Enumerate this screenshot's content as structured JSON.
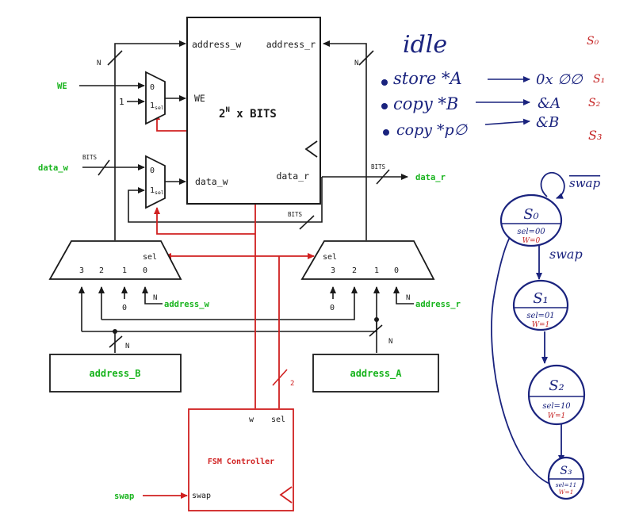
{
  "colors": {
    "wire": "#1a1a1a",
    "control": "#d02020",
    "signal": "#19b41e",
    "ink_blue": "#1a237e",
    "ink_red": "#c62828"
  },
  "memory": {
    "title_base": "2",
    "title_sup": "N",
    "title_rest": " x BITS",
    "address_w": "address_w",
    "address_r": "address_r",
    "we": "WE",
    "data_w": "data_w",
    "data_r": "data_r"
  },
  "signals": {
    "we": "WE",
    "data_w": "data_w",
    "data_r": "data_r",
    "address_w": "address_w",
    "address_r": "address_r",
    "swap": "swap"
  },
  "widths": {
    "n": "N",
    "bits": "BITS",
    "two": "2"
  },
  "mux2": {
    "in0": "0",
    "in1": "1",
    "sel_sub": "sel",
    "const_one": "1"
  },
  "mux4": {
    "sel": "sel",
    "inputs": [
      "3",
      "2",
      "1",
      "0"
    ],
    "const_zero": "0"
  },
  "registers": {
    "a": "address_A",
    "b": "address_B"
  },
  "fsm": {
    "title": "FSM Controller",
    "w": "w",
    "sel": "sel",
    "swap": "swap"
  },
  "notes": {
    "title": "idle",
    "s0_tag": "S₀",
    "lines": [
      {
        "text": "store *A",
        "target": "0x ∅∅",
        "state": "S₁"
      },
      {
        "text": "copy *B",
        "target": "&A",
        "state": "S₂"
      },
      {
        "text": "copy *p∅",
        "target": "&B",
        "state": "S₃"
      }
    ]
  },
  "state_diagram": {
    "self_loop_label": "swap",
    "transition_label": "swap",
    "states": [
      {
        "name": "S₀",
        "sel": "sel=00",
        "w": "W=0"
      },
      {
        "name": "S₁",
        "sel": "sel=01",
        "w": "W=1"
      },
      {
        "name": "S₂",
        "sel": "sel=10",
        "w": "W=1"
      },
      {
        "name": "S₃",
        "sel": "sel=11",
        "w": "W=1"
      }
    ]
  }
}
